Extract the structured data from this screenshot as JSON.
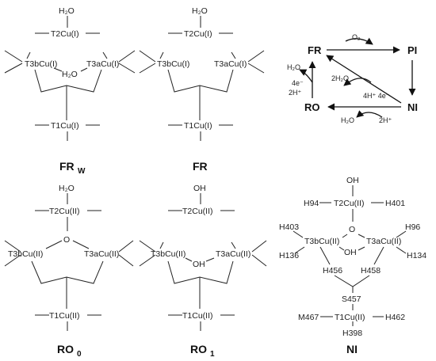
{
  "structures": {
    "frw": {
      "water_top": "H₂O",
      "t2": "T2Cu(I)",
      "t3b": "T3bCu(I)",
      "bridge": "H₂O",
      "t3a": "T3aCu(I)",
      "t1": "T1Cu(I)",
      "title": "FR",
      "title_sub": "W"
    },
    "fr": {
      "water_top": "H₂O",
      "t2": "T2Cu(I)",
      "t3b": "T3bCu(I)",
      "t3a": "T3aCu(I)",
      "t1": "T1Cu(I)",
      "title": "FR"
    },
    "ro0": {
      "water_top": "H₂O",
      "t2": "T2Cu(II)",
      "bridge": "O",
      "t3b": "T3bCu(II)",
      "t3a": "T3aCu(II)",
      "t1": "T1Cu(II)",
      "title": "RO",
      "title_sub": "0"
    },
    "ro1": {
      "top": "OH",
      "t2": "T2Cu(II)",
      "t3b": "T3bCu(II)",
      "bridge": "OH",
      "t3a": "T3aCu(II)",
      "t1": "T1Cu(II)",
      "title": "RO",
      "title_sub": "1"
    },
    "ni": {
      "top": "OH",
      "h94": "H94",
      "t2": "T2Cu(II)",
      "h401": "H401",
      "h403": "H403",
      "h96": "H96",
      "t3b": "T3bCu(II)",
      "o": "O",
      "t3a": "T3aCu(II)",
      "oh": "OH",
      "h136": "H136",
      "h134": "H134",
      "h456": "H456",
      "h458": "H458",
      "s457": "S457",
      "m467": "M467",
      "t1": "T1Cu(II)",
      "h462": "H462",
      "h398": "H398",
      "title": "NI"
    }
  },
  "cycle": {
    "fr": "FR",
    "pi": "PI",
    "ni": "NI",
    "ro": "RO",
    "o2": "O₂",
    "h2o_left": "H₂O",
    "e4_left": "4e⁻",
    "h2_left": "2H⁺",
    "h2o_mid": "2H₂O",
    "h4e4": "4H⁺ 4e⁻",
    "h2o_bottom": "H₂O",
    "h2_bottom": "2H⁺"
  }
}
